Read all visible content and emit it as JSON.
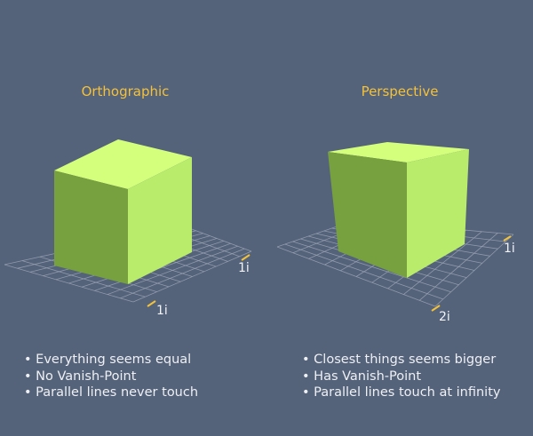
{
  "colors": {
    "background": "#54627a",
    "heading": "#f3c23a",
    "cube_top": "#d3ff7c",
    "cube_front": "#76a13e",
    "cube_side": "#b9ec6a",
    "grid": "#9aa3b4",
    "axis_marker": "#f3c23a"
  },
  "orthographic": {
    "title": "Orthographic",
    "axis_label_right": "1i",
    "axis_label_front": "1i",
    "bullets": [
      "Everything seems equal",
      "No Vanish-Point",
      "Parallel lines never touch"
    ]
  },
  "perspective": {
    "title": "Perspective",
    "axis_label_right": "1i",
    "axis_label_front": "2i",
    "bullets": [
      "Closest things seems bigger",
      "Has Vanish-Point",
      "Parallel lines touch at infinity"
    ]
  }
}
